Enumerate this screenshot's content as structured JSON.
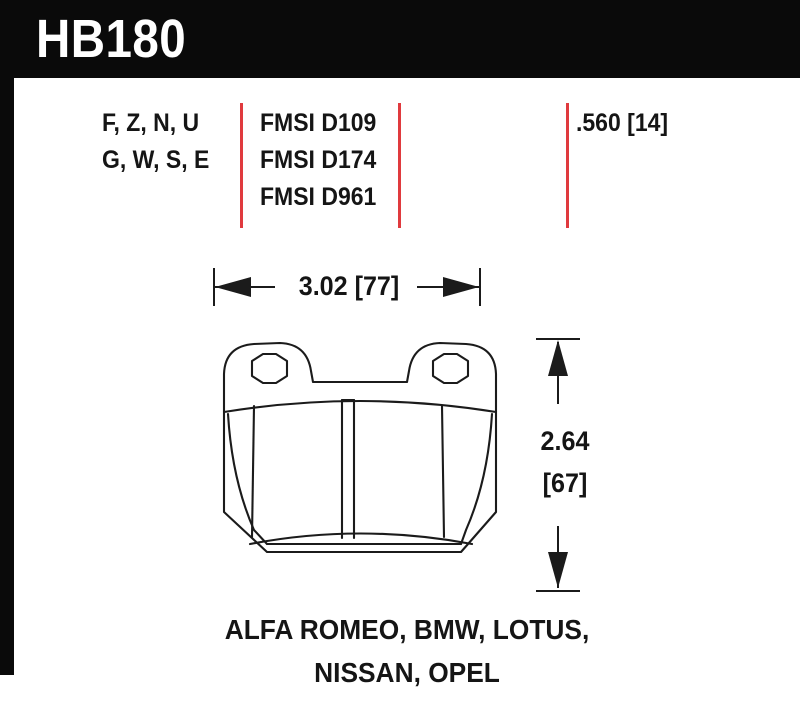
{
  "header": {
    "part_number": "HB180",
    "background_color": "#0a0a0a",
    "text_color": "#ffffff"
  },
  "spec_row": {
    "divider_color": "#e03a3e",
    "compounds": {
      "line1": "F, Z, N, U",
      "line2": "G, W, S, E"
    },
    "fmsi": {
      "line1": "FMSI D109",
      "line2": "FMSI D174",
      "line3": "FMSI D961"
    },
    "thickness": ".560 [14]"
  },
  "dimensions": {
    "width_label": "3.02 [77]",
    "height_label_line1": "2.64",
    "height_label_line2": "[67]",
    "width_inches": 3.02,
    "width_mm": 77,
    "height_inches": 2.64,
    "height_mm": 67,
    "thickness_inches": 0.56,
    "thickness_mm": 14
  },
  "vehicles": {
    "line1": "ALFA ROMEO, BMW, LOTUS,",
    "line2": "NISSAN, OPEL"
  }
}
